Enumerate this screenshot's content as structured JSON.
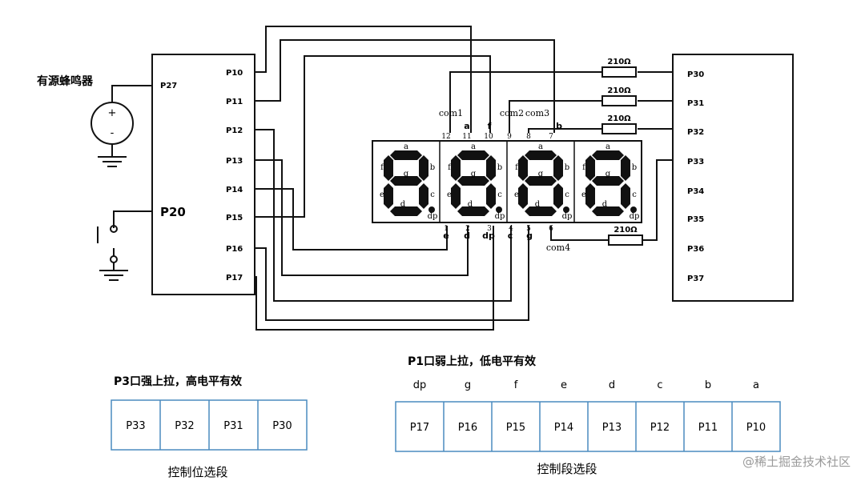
{
  "buzzer": {
    "label": "有源蜂鸣器",
    "plus": "+",
    "minus": "-"
  },
  "mcu": {
    "p27": "P27",
    "p20": "P20",
    "p1_pins": [
      "P10",
      "P11",
      "P12",
      "P13",
      "P14",
      "P15",
      "P16",
      "P17"
    ]
  },
  "display": {
    "digit_a": "a",
    "digit_b": "b",
    "digit_c": "c",
    "digit_d": "d",
    "digit_e": "e",
    "digit_f": "f",
    "digit_g": "g",
    "digit_dp": "dp",
    "top_nums": [
      "12",
      "11",
      "10",
      "9",
      "8",
      "7"
    ],
    "bottom_nums": [
      "1",
      "2",
      "3",
      "4",
      "5",
      "6"
    ],
    "com1": "com1",
    "com2": "com2",
    "com3": "com3",
    "com4": "com4",
    "top_bold": [
      "a",
      "f",
      "b"
    ],
    "bottom_bold": [
      "e",
      "d",
      "dp",
      "c",
      "g"
    ]
  },
  "resistors": [
    "210Ω",
    "210Ω",
    "210Ω",
    "210Ω"
  ],
  "p3_pins": [
    "P30",
    "P31",
    "P32",
    "P33",
    "P34",
    "P35",
    "P36",
    "P37"
  ],
  "table_p3": {
    "title": "P3口强上拉，高电平有效",
    "cells": [
      "P33",
      "P32",
      "P31",
      "P30"
    ],
    "caption": "控制位选段"
  },
  "table_p1": {
    "title": "P1口弱上拉，低电平有效",
    "headers": [
      "dp",
      "g",
      "f",
      "e",
      "d",
      "c",
      "b",
      "a"
    ],
    "cells": [
      "P17",
      "P16",
      "P15",
      "P14",
      "P13",
      "P12",
      "P11",
      "P10"
    ],
    "caption": "控制段选段"
  },
  "watermark": "@稀土掘金技术社区"
}
